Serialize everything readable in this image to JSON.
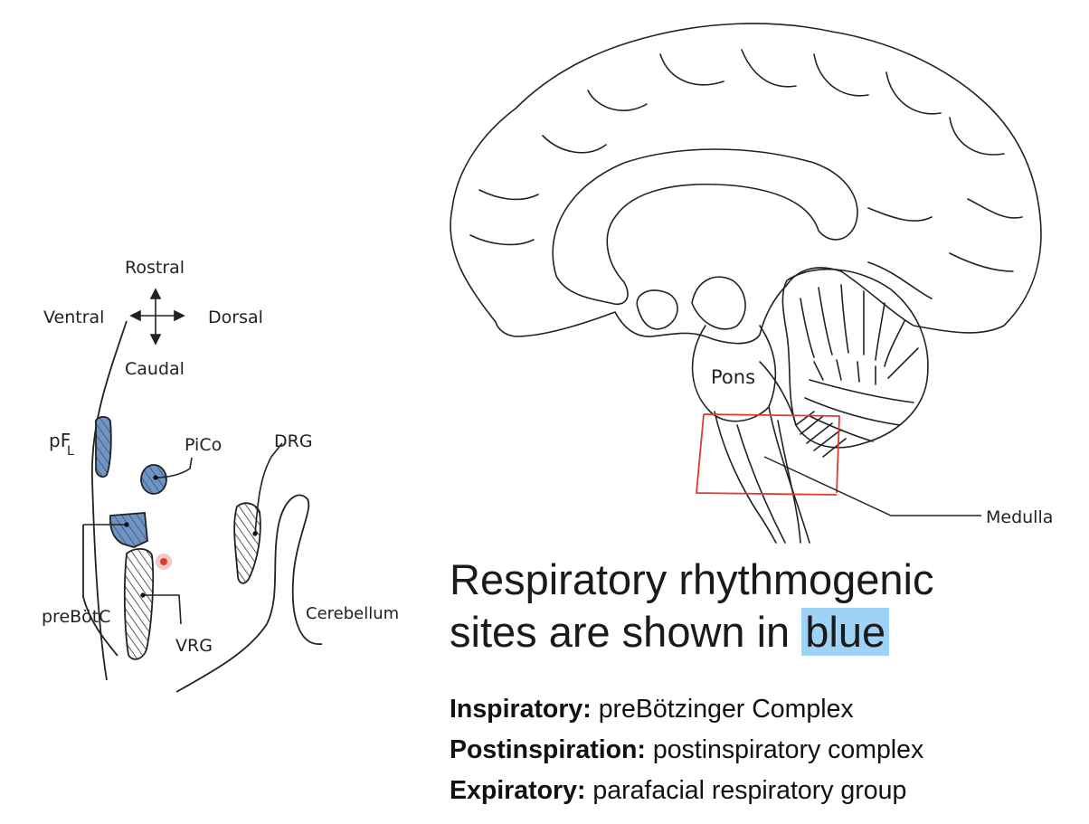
{
  "left_diagram": {
    "compass": {
      "rostral": "Rostral",
      "caudal": "Caudal",
      "ventral": "Ventral",
      "dorsal": "Dorsal"
    },
    "labels": {
      "pfl_main": "pF",
      "pfl_sub": "L",
      "pico": "PiCo",
      "drg": "DRG",
      "prebotc": "preBötC",
      "vrg": "VRG",
      "cerebellum": "Cerebellum"
    },
    "colors": {
      "blue_fill": "#6f93c2",
      "outline": "#222222",
      "red_dot": "#e03b2f"
    }
  },
  "brain": {
    "labels": {
      "pons": "Pons",
      "medulla": "Medulla"
    },
    "colors": {
      "box": "#e03b2f",
      "line": "#222222"
    }
  },
  "caption": {
    "line1": "Respiratory rhythmogenic",
    "line2_prefix": "sites are shown in ",
    "highlight": "blue",
    "highlight_color": "#9fd3f5"
  },
  "list": [
    {
      "label": "Inspiratory:",
      "text": " preBötzinger Complex"
    },
    {
      "label": "Postinspiration:",
      "text": " postinspiratory complex"
    },
    {
      "label": "Expiratory:",
      "text": " parafacial respiratory group"
    }
  ]
}
